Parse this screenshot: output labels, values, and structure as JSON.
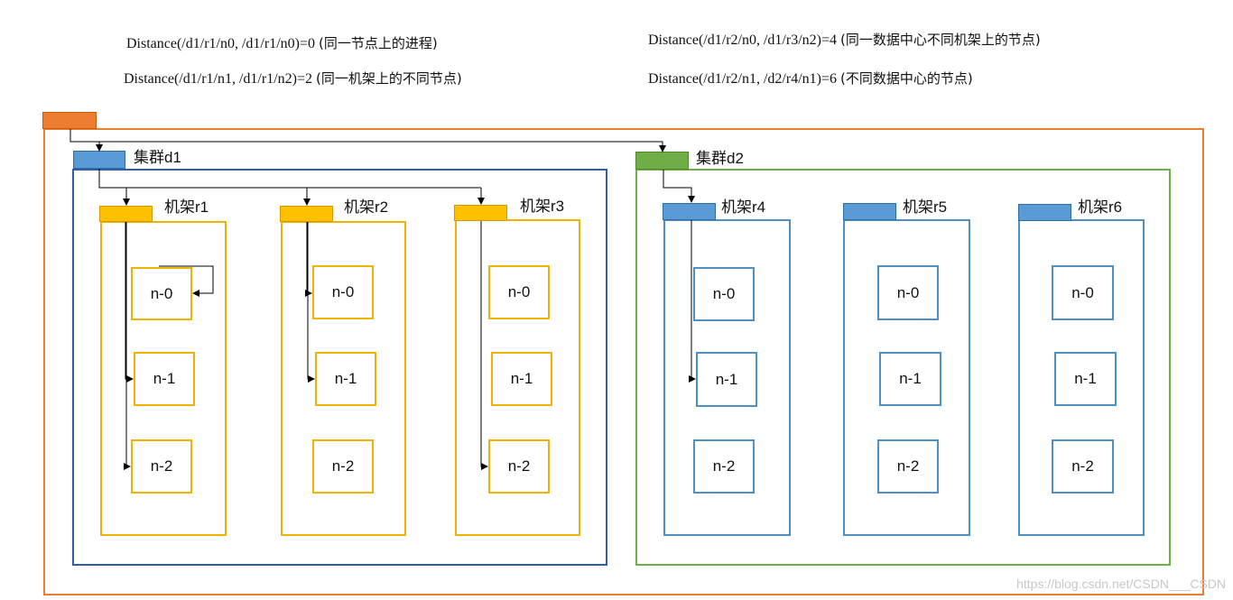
{
  "formulas": {
    "f1_expr": "Distance(/d1/r1/n0, /d1/r1/n0)=0",
    "f1_note": "(同一节点上的进程)",
    "f2_expr": "Distance(/d1/r1/n1, /d1/r1/n2)=2",
    "f2_note": "(同一机架上的不同节点)",
    "f3_expr": "Distance(/d1/r2/n0, /d1/r3/n2)=4",
    "f3_note": "(同一数据中心不同机架上的节点)",
    "f4_expr": "Distance(/d1/r2/n1, /d2/r4/n1)=6",
    "f4_note": "(不同数据中心的节点)"
  },
  "clusters": {
    "d1": {
      "label": "集群d1",
      "racks": [
        {
          "label": "机架r1",
          "nodes": [
            "n-0",
            "n-1",
            "n-2"
          ]
        },
        {
          "label": "机架r2",
          "nodes": [
            "n-0",
            "n-1",
            "n-2"
          ]
        },
        {
          "label": "机架r3",
          "nodes": [
            "n-0",
            "n-1",
            "n-2"
          ]
        }
      ]
    },
    "d2": {
      "label": "集群d2",
      "racks": [
        {
          "label": "机架r4",
          "nodes": [
            "n-0",
            "n-1",
            "n-2"
          ]
        },
        {
          "label": "机架r5",
          "nodes": [
            "n-0",
            "n-1",
            "n-2"
          ]
        },
        {
          "label": "机架r6",
          "nodes": [
            "n-0",
            "n-1",
            "n-2"
          ]
        }
      ]
    }
  },
  "watermark": "https://blog.csdn.net/CSDN___CSDN",
  "colors": {
    "root": "#ed7d31",
    "cluster_d1": "#2e5fa8",
    "cluster_d2": "#70ad47",
    "rack_d1": "#ffc000",
    "rack_d2": "#5b9bd5"
  }
}
